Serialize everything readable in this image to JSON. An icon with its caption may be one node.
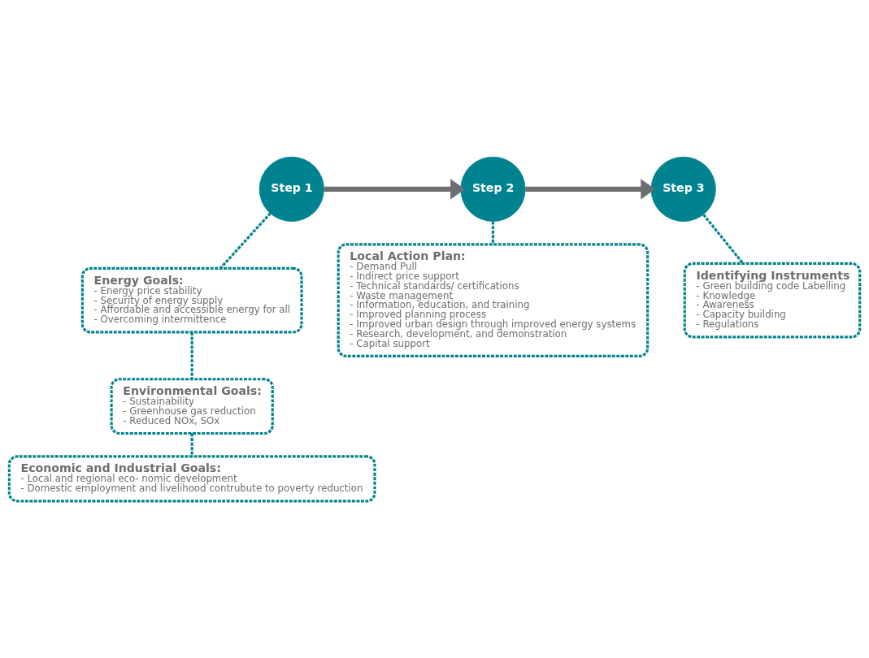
{
  "diagram": {
    "nodes": [
      {
        "text": [
          "Step 1"
        ]
      },
      {
        "text": [
          "Step 2"
        ]
      },
      {
        "text": [
          "Step 3"
        ]
      },
      {
        "text": [
          "Energy Goals:",
          "- Energy price stability",
          "- Security of energy supply",
          "- Affordable and accessible energy for all",
          "- Overcoming intermittence"
        ]
      },
      {
        "text": [
          "Environmental Goals:",
          "- Sustainability",
          "- Greenhouse gas reduction",
          "- Reduced NOx, SOx"
        ]
      },
      {
        "text": [
          "Economic and Industrial Goals:",
          "- Local and regional eco- nomic development",
          "- Domestic employment and livelihood contrubute to poverty reduction"
        ]
      },
      {
        "text": [
          "Local Action Plan:",
          "- Demand Pull",
          "- Indirect price support",
          "- Technical standards/ certifications",
          "- Waste management",
          "- Information, education, and training",
          "- Improved planning process",
          "- Improved urban design through improved energy systems",
          "- Research, development, and demonstration",
          "- Capital support"
        ]
      },
      {
        "text": [
          "Identifying Instruments",
          "- Green building code Labelling",
          "- Knowledge",
          "- Awareness",
          "- Capacity building",
          "- Regulations"
        ]
      }
    ],
    "edges": [
      {
        "from": 0,
        "to": 1,
        "arrow": "to",
        "style": "thick",
        "color": "#6d6e70"
      },
      {
        "from": 1,
        "to": 2,
        "arrow": "to",
        "style": "thick",
        "color": "#6d6e70"
      },
      {
        "from": 0,
        "to": 3,
        "arrow": "none",
        "style": "dashed"
      },
      {
        "from": 3,
        "to": 4,
        "arrow": "none",
        "style": "dashed"
      },
      {
        "from": 4,
        "to": 5,
        "arrow": "none",
        "style": "dashed"
      },
      {
        "from": 1,
        "to": 6,
        "arrow": "none",
        "style": "dashed"
      },
      {
        "from": 2,
        "to": 7,
        "arrow": "none",
        "style": "dashed"
      }
    ]
  }
}
